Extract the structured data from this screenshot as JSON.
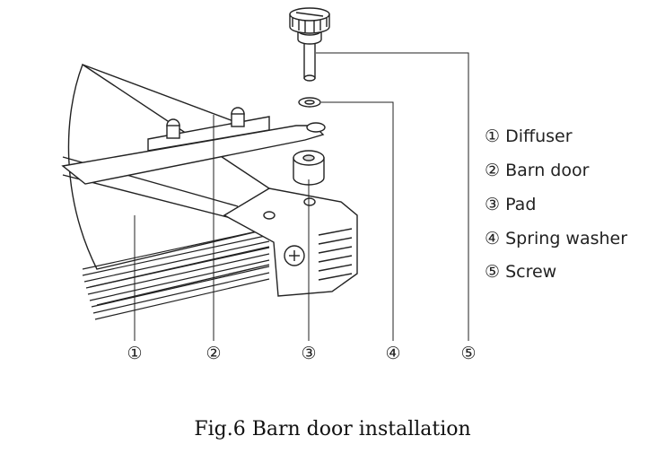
{
  "legend": [
    {
      "label": "① Diffuser"
    },
    {
      "label": "② Barn door"
    },
    {
      "label": "③ Pad"
    },
    {
      "label": "④ Spring washer"
    },
    {
      "label": "⑤ Screw"
    }
  ],
  "callouts": [
    "①",
    "②",
    "③",
    "④",
    "⑤"
  ],
  "caption": "Fig.6 Barn door installation",
  "colors": {
    "line": "#222222",
    "fill": "#ffffff",
    "shade": "#e6e6e6"
  }
}
